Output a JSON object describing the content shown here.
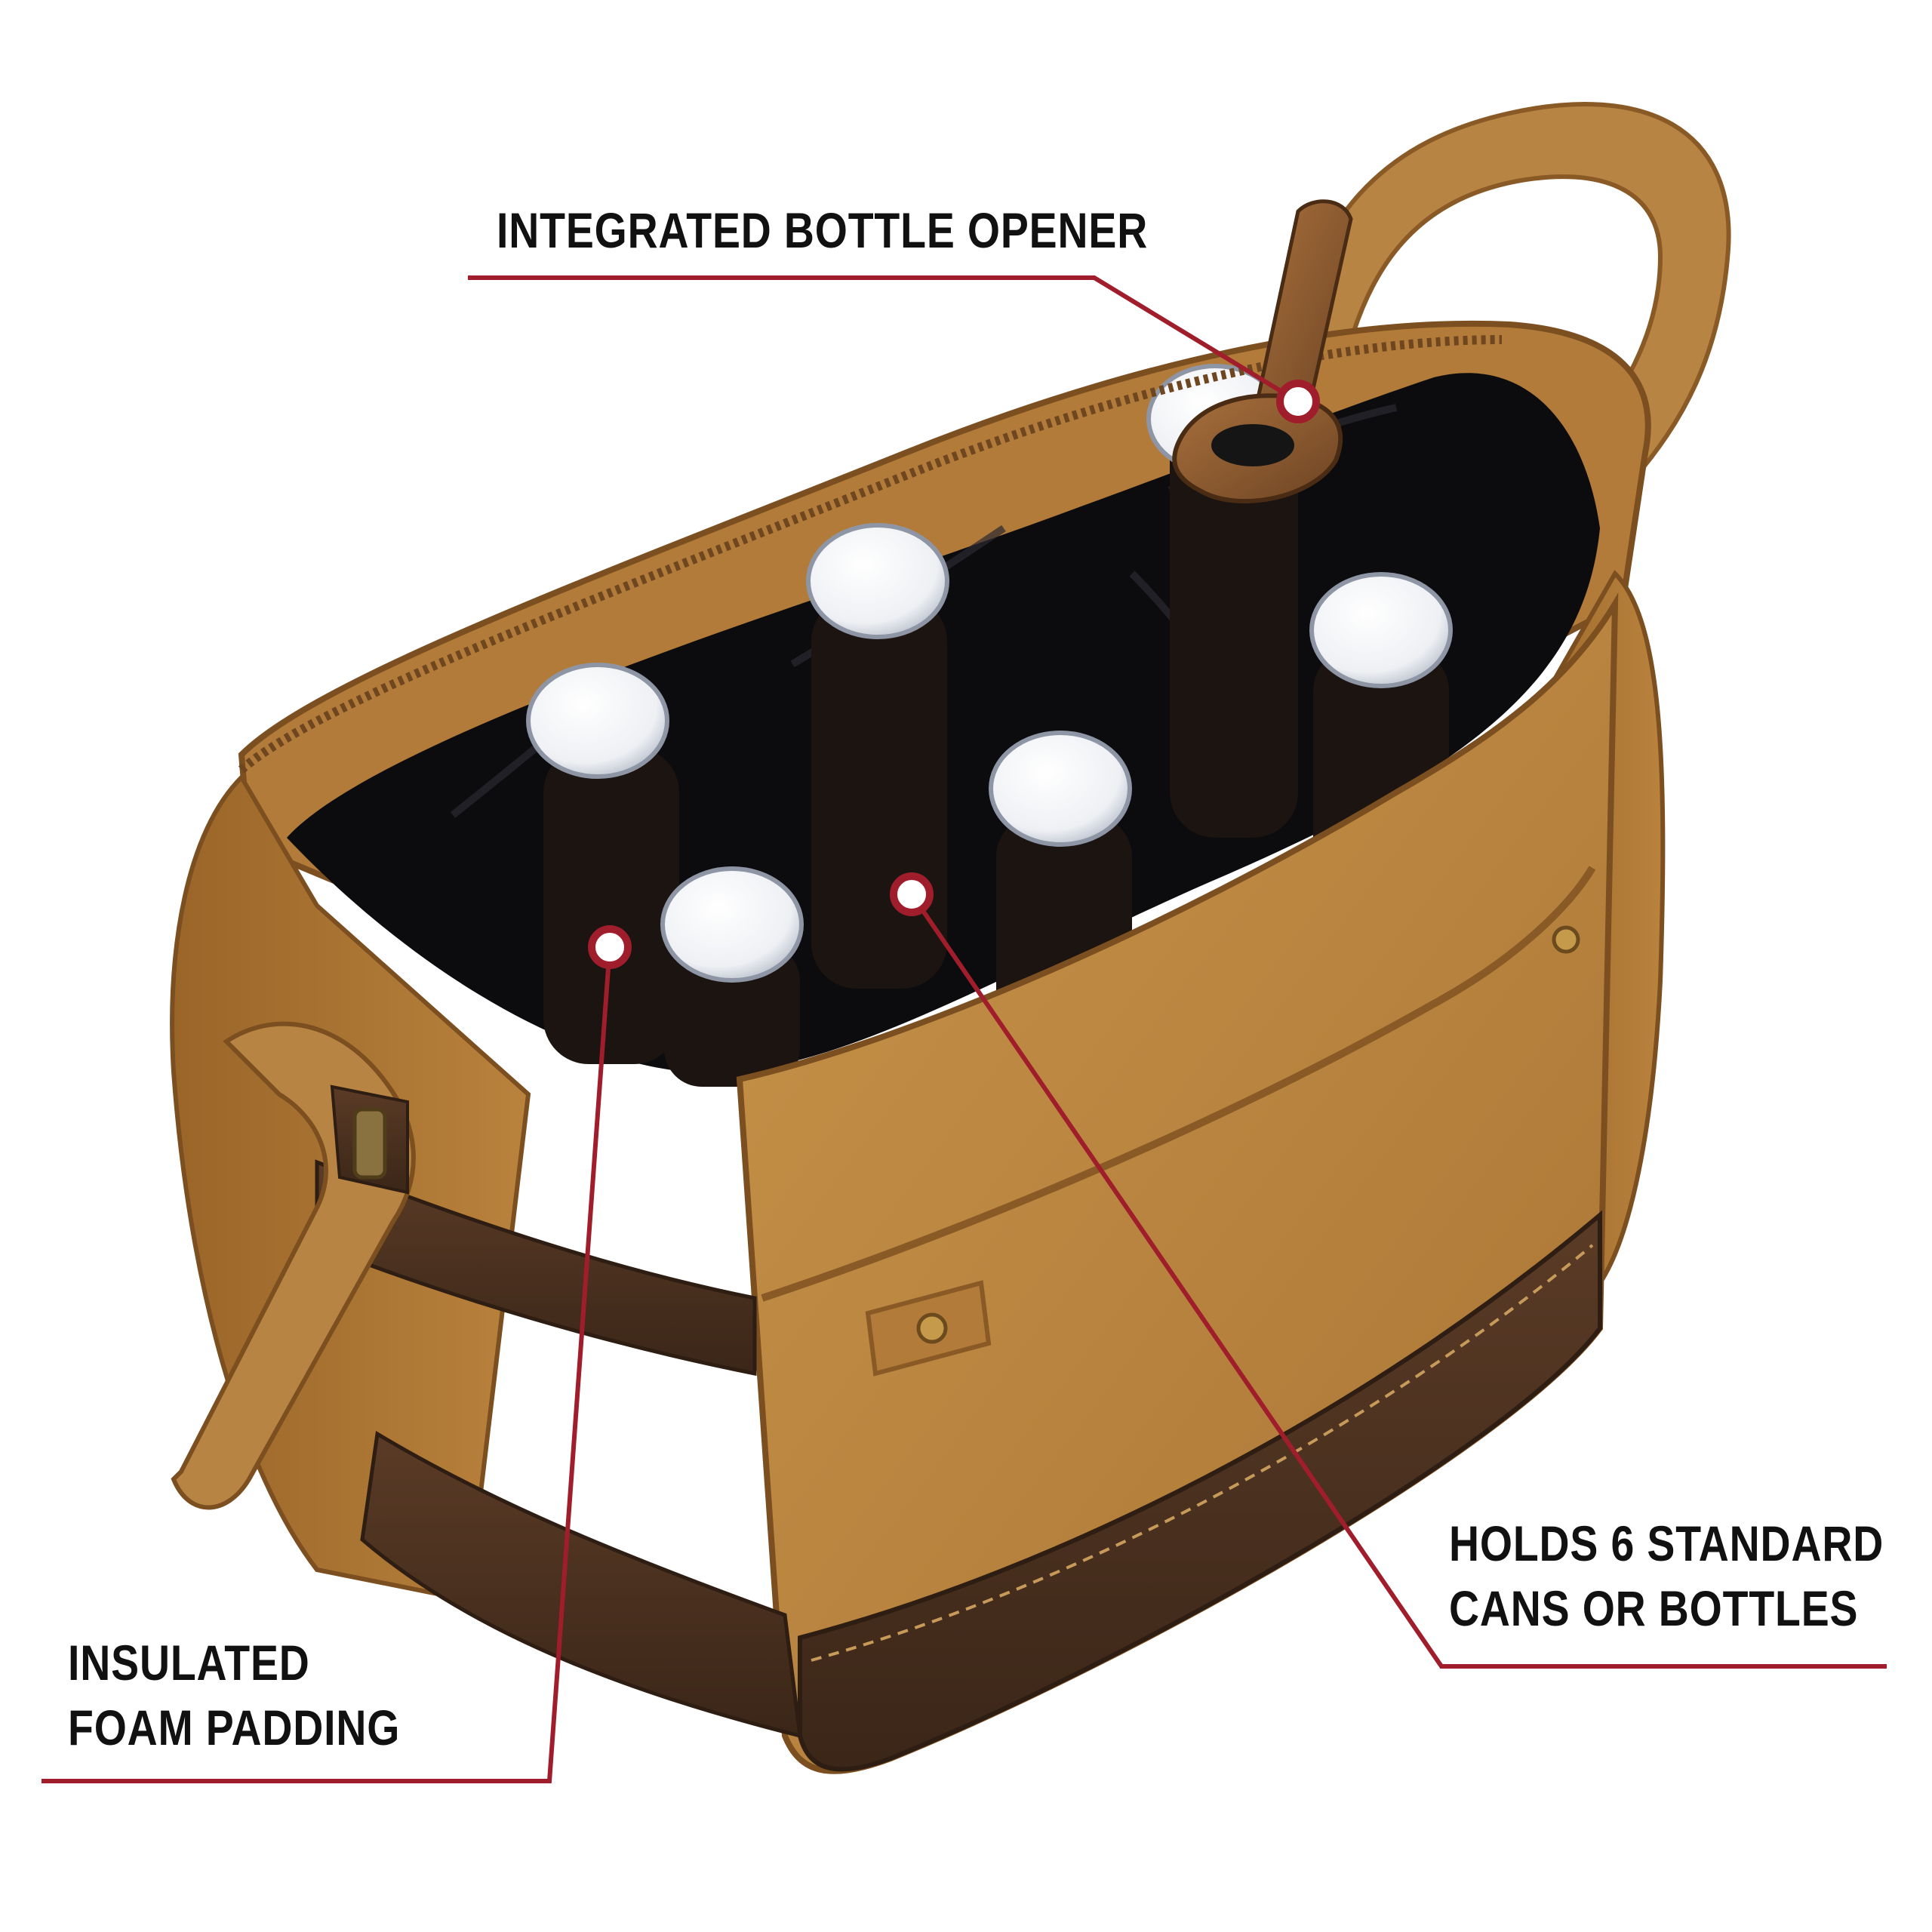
{
  "callouts": {
    "opener": {
      "text": "INTEGRATED BOTTLE OPENER"
    },
    "holds": {
      "line1": "HOLDS 6 STANDARD",
      "line2": "CANS OR BOTTLES"
    },
    "foam": {
      "line1": "INSULATED",
      "line2": "FOAM PADDING"
    }
  },
  "colors": {
    "callout_line": "#a01d2c",
    "canvas": "#c08a3e",
    "canvas_dark": "#9c6b2a",
    "leather": "#4a3020",
    "lining": "#0c0c0e",
    "cap": "#f2f3f6",
    "text": "#111111"
  }
}
